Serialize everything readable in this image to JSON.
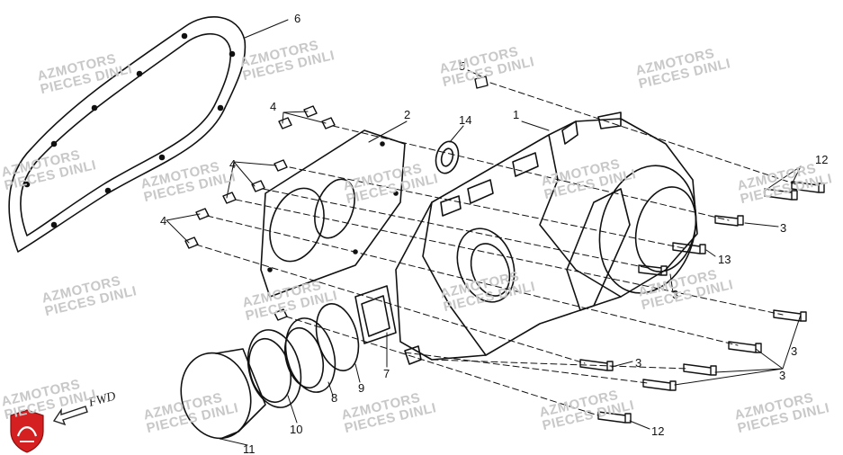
{
  "watermark": {
    "line1": "AZMOTORS",
    "line2": "PIECES DINLI"
  },
  "fwd_label": "FWD",
  "callouts": [
    "1",
    "2",
    "3",
    "3",
    "3",
    "3",
    "3",
    "3",
    "4",
    "4",
    "4",
    "5",
    "6",
    "7",
    "8",
    "9",
    "10",
    "11",
    "12",
    "12",
    "13",
    "14"
  ],
  "colors": {
    "line": "#111111",
    "watermark": "#c8c8c8",
    "logo": "#d42020"
  },
  "icons": [
    "fwd-arrow-icon",
    "azmotors-logo-icon"
  ]
}
